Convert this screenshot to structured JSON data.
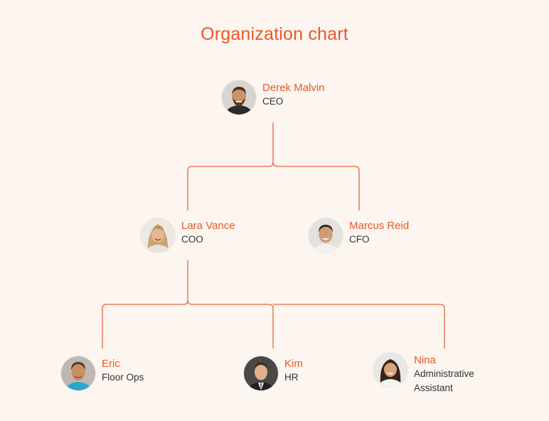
{
  "title": "Organization chart",
  "colors": {
    "accent": "#e8582a",
    "connector": "#e0693e",
    "background": "#fdf5f0",
    "role_text": "#333333"
  },
  "people": {
    "ceo": {
      "name": "Derek Malvin",
      "role": "CEO",
      "icon": "avatar-photo-man-beard"
    },
    "coo": {
      "name": "Lara Vance",
      "role": "COO",
      "icon": "avatar-photo-woman-blonde"
    },
    "cfo": {
      "name": "Marcus Reid",
      "role": "CFO",
      "icon": "avatar-photo-man-smiling"
    },
    "eric": {
      "name": "Eric",
      "role": "Floor Ops",
      "icon": "avatar-photo-man-casual"
    },
    "kim": {
      "name": "Kim",
      "role": "HR",
      "icon": "avatar-photo-man-suit"
    },
    "nina": {
      "name": "Nina",
      "role": "Administrative Assistant",
      "icon": "avatar-photo-woman-dark-hair"
    }
  }
}
